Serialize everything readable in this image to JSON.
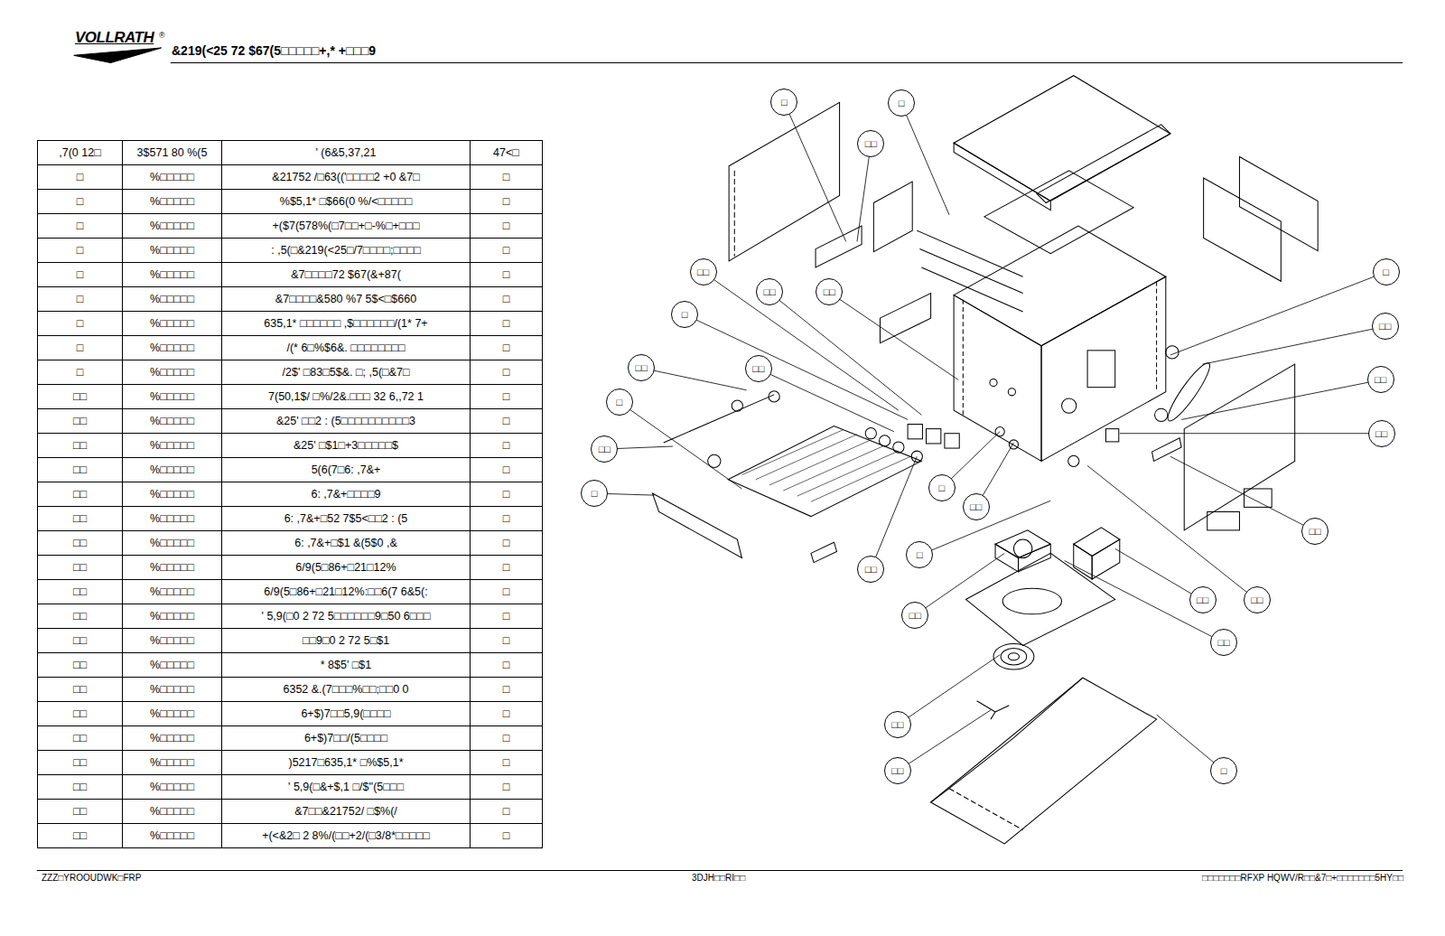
{
  "diagram": {
    "title": "&219(<25 72 $67(5□□□□□+,* +□□□9",
    "nodes": [
      {
        "text": [
          "□"
        ]
      },
      {
        "text": [
          "□"
        ]
      },
      {
        "text": [
          "□□"
        ]
      },
      {
        "text": [
          "□□"
        ]
      },
      {
        "text": [
          "□□"
        ]
      },
      {
        "text": [
          "□□"
        ]
      },
      {
        "text": [
          "□"
        ]
      },
      {
        "text": [
          "□□"
        ]
      },
      {
        "text": [
          "□□"
        ]
      },
      {
        "text": [
          "□"
        ]
      },
      {
        "text": [
          "□□"
        ]
      },
      {
        "text": [
          "□"
        ]
      },
      {
        "text": [
          "□"
        ]
      },
      {
        "text": [
          "□□"
        ]
      },
      {
        "text": [
          "□□"
        ]
      },
      {
        "text": [
          "□"
        ]
      },
      {
        "text": [
          "□□"
        ]
      },
      {
        "text": [
          "□"
        ]
      },
      {
        "text": [
          "□□"
        ]
      },
      {
        "text": [
          "□□"
        ]
      },
      {
        "text": [
          "□□"
        ]
      },
      {
        "text": [
          "□□"
        ]
      },
      {
        "text": [
          "□□"
        ]
      },
      {
        "text": [
          "□□"
        ]
      },
      {
        "text": [
          "□□"
        ]
      },
      {
        "text": [
          "□□"
        ]
      },
      {
        "text": [
          "□□"
        ]
      },
      {
        "text": [
          "□"
        ]
      }
    ],
    "labels": [
      "VOLLRATH",
      "®",
      ",7(0 12□",
      "3$571 80 %(5",
      "' (6&5,37,21",
      "47<□",
      "□",
      "%□□□□□",
      "&21752 /□63(('□□□□2 +0 &7□",
      "□",
      "□",
      "%□□□□□",
      "%$5,1* □$66(0 %/<□□□□□",
      "□",
      "□",
      "%□□□□□",
      "+($7(578%(□7□□+□-%□+□□□",
      "□",
      "□",
      "%□□□□□",
      ": ,5(□&219(<25□/7□□□□;□□□□",
      "□",
      "□",
      "%□□□□□",
      "&7□□□□72 $67(&+87(",
      "□",
      "□",
      "%□□□□□",
      "&7□□□□&580 %7 5$<□$660",
      "□",
      "□",
      "%□□□□□",
      "635,1* □□□□□□ ,$□□□□□□/(1* 7+",
      "□",
      "□",
      "%□□□□□",
      "/(* 6□%$6&. □□□□□□□□",
      "□",
      "□",
      "%□□□□□",
      "/2$' □83□5$&. □; ,5(□&7□",
      "□",
      "□□",
      "%□□□□□",
      "7(50,1$/ □%/2&.□□□ 32 6,,72 1",
      "□",
      "□□",
      "%□□□□□",
      "&25' □□2 : (5□□□□□□□□□□3",
      "□",
      "□□",
      "%□□□□□",
      "&25' □$1□+3□□□□□$",
      "□",
      "□□",
      "%□□□□□",
      "5(6(7□6: ,7&+",
      "□",
      "□□",
      "%□□□□□",
      "6: ,7&+□□□□9",
      "□",
      "□□",
      "%□□□□□",
      "6: ,7&+□52 7$5<□□2 : (5",
      "□",
      "□□",
      "%□□□□□",
      "6: ,7&+□$1 &(5$0 ,&",
      "□",
      "□□",
      "%□□□□□",
      "6/9(5□86+□21□12%",
      "□",
      "□□",
      "%□□□□□",
      "6/9(5□86+□21□12%:□□6(7 6&5(:",
      "□",
      "□□",
      "%□□□□□",
      "' 5,9(□0 2 72 5□□□□□□9□50 6□□□",
      "□",
      "□□",
      "%□□□□□",
      "□□9□0 2 72 5□$1",
      "□",
      "□□",
      "%□□□□□",
      "* 8$5' □$1",
      "□",
      "□□",
      "%□□□□□",
      "6352 &.(7□□□%□□;□□0 0",
      "□",
      "□□",
      "%□□□□□",
      "6+$)7□□5,9(□□□□",
      "□",
      "□□",
      "%□□□□□",
      "6+$)7□□/(5□□□□",
      "□",
      "□□",
      "%□□□□□",
      ")5217□635,1* □%$5,1*",
      "□",
      "□□",
      "%□□□□□",
      "' 5,9(□&+$,1 □/$''(5□□□",
      "□",
      "□□",
      "%□□□□□",
      "&7□□&21752/ □$%(/",
      "□",
      "□□",
      "%□□□□□",
      "+(<&2□ 2 8%/(□□+2/(□3/8*□□□□□",
      "□",
      "ZZZ□YROOUDWK□FRP",
      "3DJH□□RI□□",
      "□□□□□□□RFXP HQWV/R□□&7□+□□□□□□□5HY□□"
    ]
  }
}
